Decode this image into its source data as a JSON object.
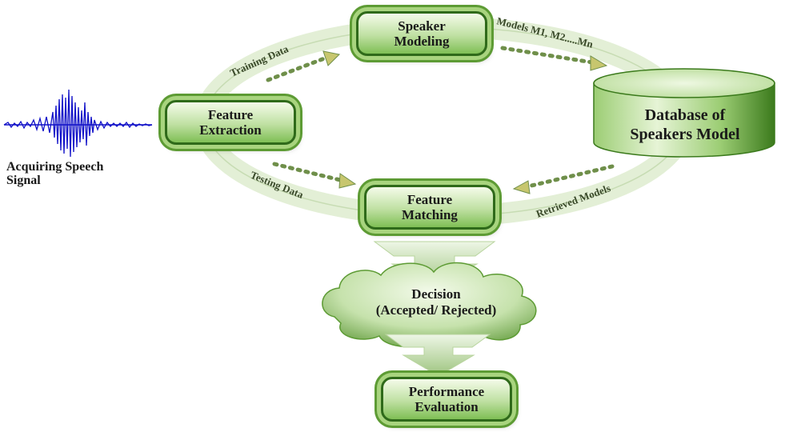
{
  "nodes": {
    "speaker_modeling": {
      "line1": "Speaker",
      "line2": "Modeling"
    },
    "feature_extraction": {
      "line1": "Feature",
      "line2": "Extraction"
    },
    "feature_matching": {
      "line1": "Feature",
      "line2": "Matching"
    },
    "database": {
      "line1": "Database of",
      "line2": "Speakers Model"
    },
    "decision": {
      "line1": "Decision",
      "line2": "(Accepted/ Rejected)"
    },
    "performance": {
      "line1": "Performance",
      "line2": "Evaluation"
    }
  },
  "signal": {
    "line1": "Acquiring Speech",
    "line2": "Signal"
  },
  "edges": {
    "training_data": "Training Data",
    "testing_data": "Testing Data",
    "models": "Models M1, M2.....Mn",
    "retrieved_models": "Retrieved Models"
  },
  "colors": {
    "box_fill_light": "#f4fbe9",
    "box_fill_dark": "#7fbf55",
    "box_border": "#2f6a1a",
    "ring": "#e8f1dc",
    "arrow_dots": "#6f8f4a",
    "waveform": "#1010c8",
    "cylinder_dark": "#3b7a1c"
  }
}
